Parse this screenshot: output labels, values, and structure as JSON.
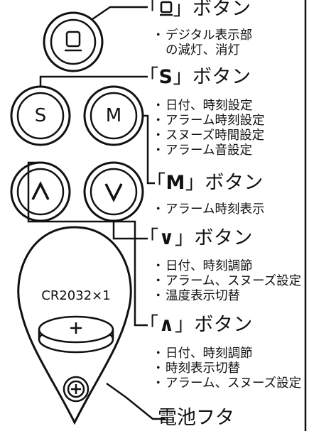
{
  "buttons": {
    "display": {
      "title_open": "「",
      "title_key": "",
      "title_close": "」ボタン",
      "features": [
        "デジタル表示部",
        "の減灯、消灯"
      ]
    },
    "s": {
      "label": "S",
      "title_open": "「",
      "title_key": "S",
      "title_close": "」ボタン",
      "features": [
        "日付、時刻設定",
        "アラーム時刻設定",
        "スヌーズ時間設定",
        "アラーム音設定"
      ]
    },
    "m": {
      "label": "M",
      "title_open": "「",
      "title_key": "M",
      "title_close": "」ボタン",
      "features": [
        "アラーム時刻表示"
      ]
    },
    "down": {
      "title_open": "「",
      "title_key": "∨",
      "title_close": "」ボタン",
      "features": [
        "日付、時刻調節",
        "アラーム、スヌーズ設定",
        "温度表示切替"
      ]
    },
    "up": {
      "title_open": "「",
      "title_key": "∧",
      "title_close": "」ボタン",
      "features": [
        "日付、時刻調節",
        "時刻表示切替",
        "アラーム、スヌーズ設定"
      ]
    }
  },
  "battery": {
    "label": "CR2032×1",
    "cover_label": "電池フタ"
  }
}
